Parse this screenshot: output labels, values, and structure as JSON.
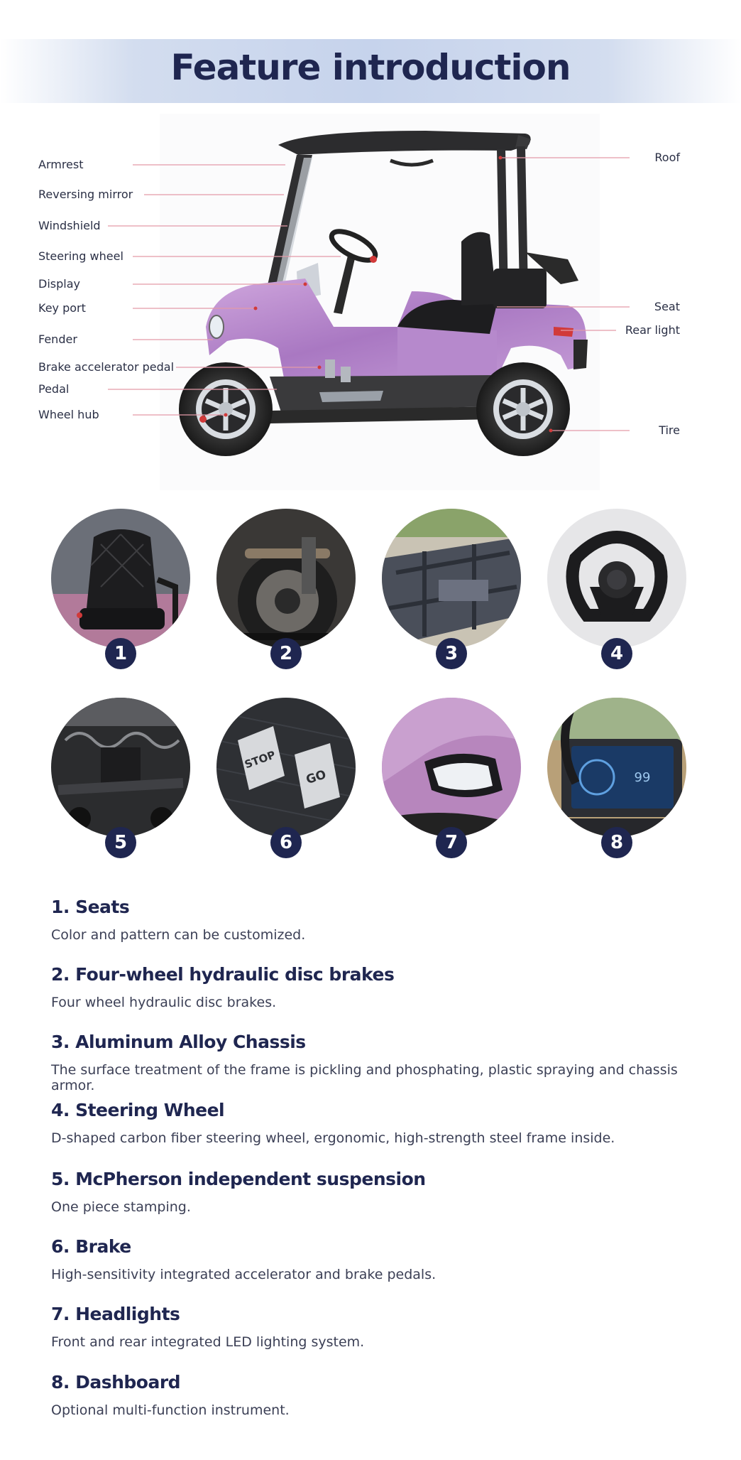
{
  "page": {
    "title": "Feature introduction"
  },
  "callouts": {
    "left": [
      "Armrest",
      "Reversing mirror",
      "Windshield",
      "Steering wheel",
      "Display",
      "Key port",
      "Fender",
      "Brake accelerator pedal",
      "Pedal",
      "Wheel hub"
    ],
    "right": [
      "Roof",
      "Seat",
      "Rear light",
      "Tire"
    ]
  },
  "thumbnails": [
    {
      "number": "1",
      "subject": "seat"
    },
    {
      "number": "2",
      "subject": "disc-brake"
    },
    {
      "number": "3",
      "subject": "chassis"
    },
    {
      "number": "4",
      "subject": "steering-wheel"
    },
    {
      "number": "5",
      "subject": "suspension"
    },
    {
      "number": "6",
      "subject": "pedals",
      "pedal_labels": [
        "STOP",
        "GO"
      ]
    },
    {
      "number": "7",
      "subject": "headlight"
    },
    {
      "number": "8",
      "subject": "dashboard",
      "dash_value": "99"
    }
  ],
  "features": [
    {
      "heading": "1. Seats",
      "description": "Color and pattern can be customized."
    },
    {
      "heading": "2. Four-wheel hydraulic disc brakes",
      "description": "Four wheel hydraulic disc brakes."
    },
    {
      "heading": "3. Aluminum Alloy Chassis",
      "description": "The surface treatment of the frame is pickling and phosphating, plastic spraying and chassis armor."
    },
    {
      "heading": "4. Steering Wheel",
      "description": "D-shaped carbon fiber steering wheel, ergonomic, high-strength steel frame inside."
    },
    {
      "heading": "5. McPherson independent suspension",
      "description": "One piece stamping."
    },
    {
      "heading": "6. Brake",
      "description": "High-sensitivity integrated accelerator and brake pedals."
    },
    {
      "heading": "7. Headlights",
      "description": "Front and rear integrated LED lighting system."
    },
    {
      "heading": "8. Dashboard",
      "description": "Optional multi-function instrument."
    }
  ],
  "colors": {
    "navy": "#1f2650",
    "car_body": "#b48ac8",
    "callout_line": "#e39aa8"
  }
}
